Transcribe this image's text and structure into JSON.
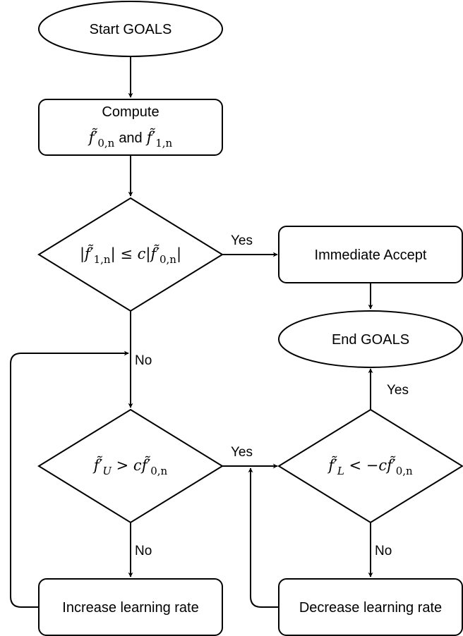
{
  "diagram": {
    "nodes": {
      "start": "Start GOALS",
      "compute_line1": "Compute",
      "compute_line2_joiner": "and",
      "check_initial": "|f̃′1,n| ≤ c|f̃′0,n|",
      "immediate_accept": "Immediate Accept",
      "end": "End GOALS",
      "check_upper": "f̃′U > cf̃′0,n",
      "check_lower": "f̃′L < −cf̃′0,n",
      "increase_lr": "Increase learning rate",
      "decrease_lr": "Decrease learning rate"
    },
    "math": {
      "f": "f̃′",
      "sub_0n": "0,n",
      "sub_1n": "1,n",
      "sub_U": "U",
      "sub_L": "L",
      "c": "c"
    },
    "edges": {
      "yes": "Yes",
      "no": "No"
    }
  }
}
